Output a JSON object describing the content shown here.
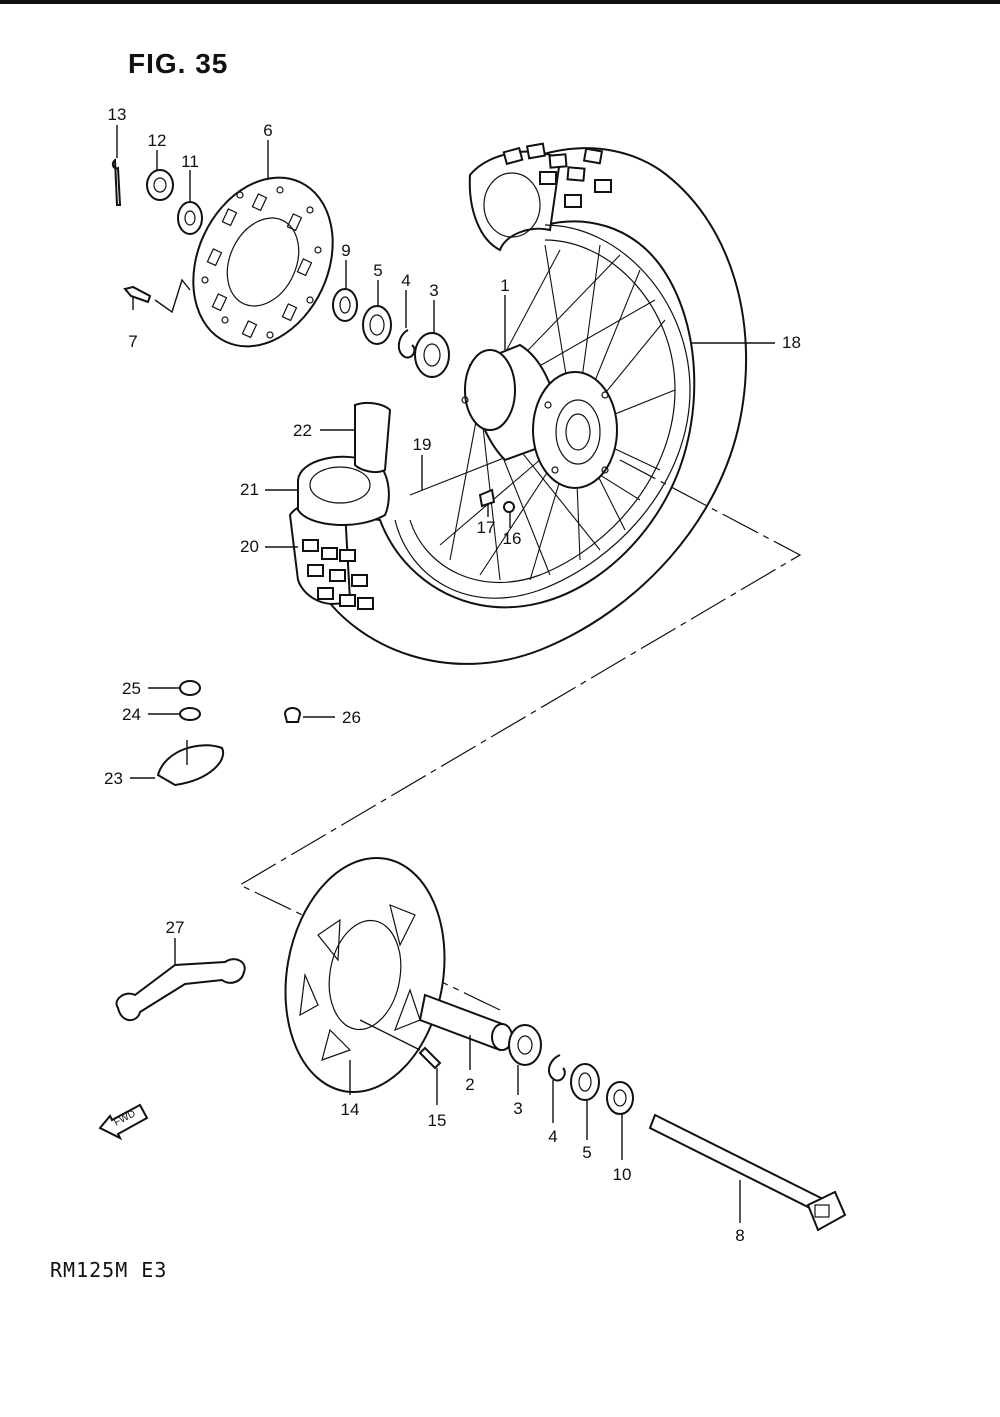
{
  "figure": {
    "title": "FIG. 35",
    "model_code": "RM125M  E3",
    "fwd_label": "FWD"
  },
  "callouts": {
    "c1": "1",
    "c2": "2",
    "c3a": "3",
    "c3b": "3",
    "c4a": "4",
    "c4b": "4",
    "c5a": "5",
    "c5b": "5",
    "c6": "6",
    "c7": "7",
    "c8": "8",
    "c9": "9",
    "c10": "10",
    "c11": "11",
    "c12": "12",
    "c13": "13",
    "c14": "14",
    "c15": "15",
    "c16": "16",
    "c17": "17",
    "c18": "18",
    "c19": "19",
    "c20": "20",
    "c21": "21",
    "c22": "22",
    "c23": "23",
    "c24": "24",
    "c25": "25",
    "c26": "26",
    "c27": "27"
  }
}
